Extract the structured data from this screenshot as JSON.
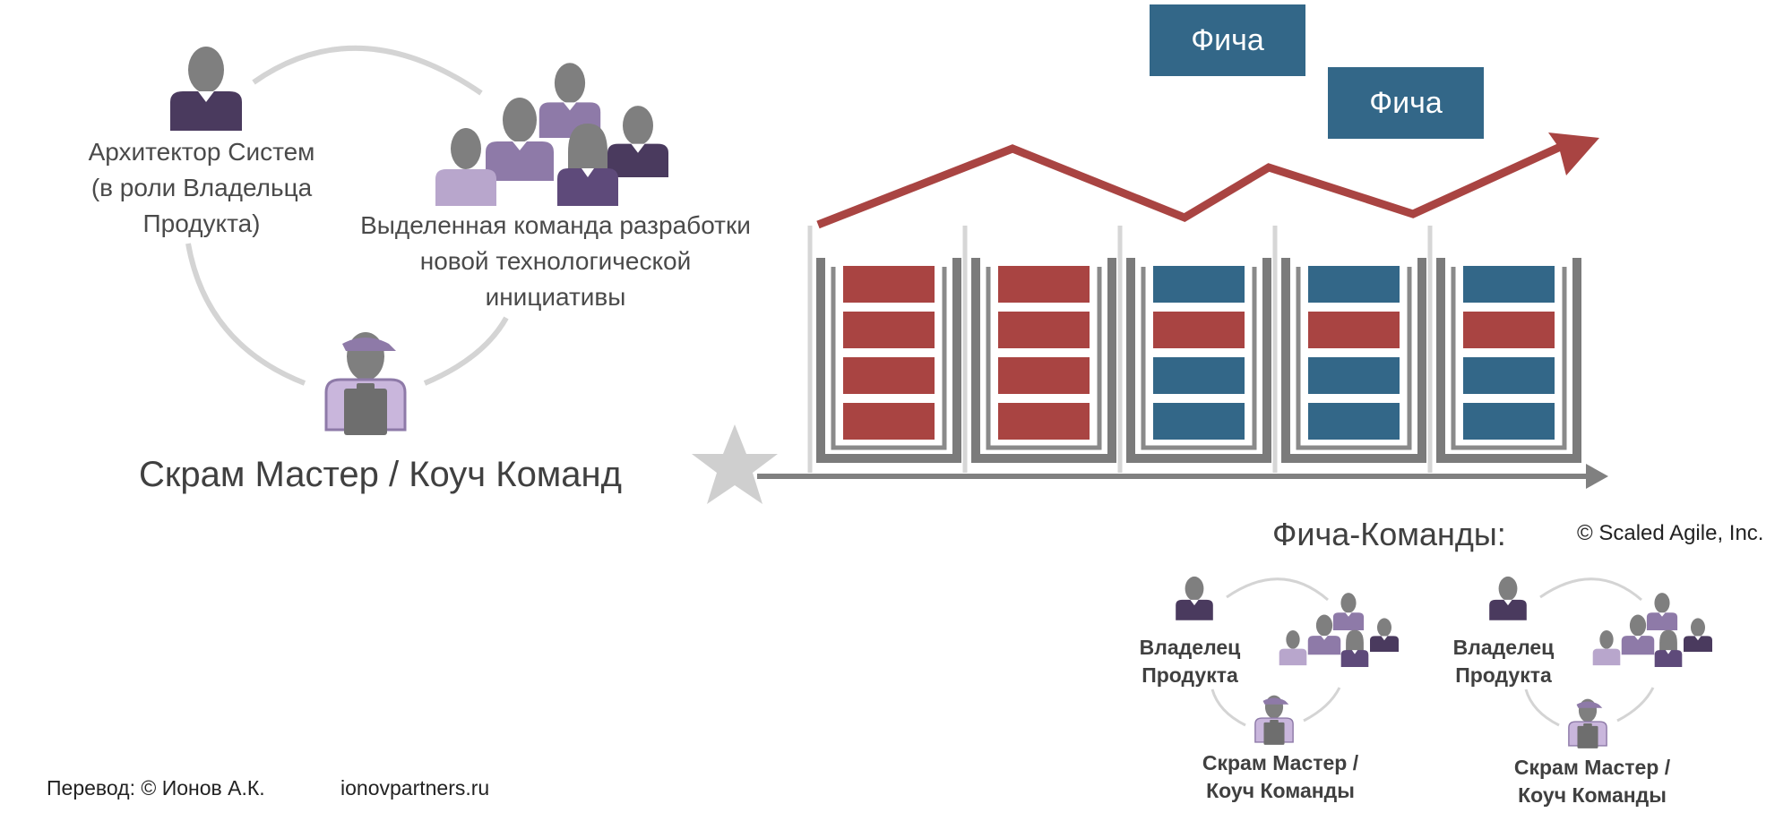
{
  "left_group": {
    "architect_label": [
      "Архитектор Систем",
      "(в роли Владельца",
      "Продукта)"
    ],
    "team_label": [
      "Выделенная команда разработки",
      "новой технологической",
      "инициативы"
    ],
    "scrum_master_label": "Скрам Мастер / Коуч Команд"
  },
  "features": [
    {
      "label": "Фича"
    },
    {
      "label": "Фича"
    }
  ],
  "increments": [
    {
      "blocks": [
        "red",
        "red",
        "red",
        "red"
      ]
    },
    {
      "blocks": [
        "red",
        "red",
        "red",
        "red"
      ]
    },
    {
      "blocks": [
        "blue",
        "red",
        "blue",
        "blue"
      ]
    },
    {
      "blocks": [
        "blue",
        "red",
        "blue",
        "blue"
      ]
    },
    {
      "blocks": [
        "blue",
        "red",
        "blue",
        "blue"
      ]
    }
  ],
  "feature_teams": {
    "title": "Фича-Команды:",
    "copyright": "© Scaled Agile,  Inc.",
    "teams": [
      {
        "po_label": [
          "Владелец",
          "Продукта"
        ],
        "sm_label": [
          "Скрам Мастер /",
          "Коуч Команды"
        ]
      },
      {
        "po_label": [
          "Владелец",
          "Продукта"
        ],
        "sm_label": [
          "Скрам Мастер /",
          "Коуч Команды"
        ]
      }
    ]
  },
  "footer": {
    "translation": "Перевод: © Ионов А.К.",
    "site": "ionovpartners.ru"
  },
  "colors": {
    "red": "#a94442",
    "blue": "#336788",
    "gray": "#7b7b7b",
    "purple_dark": "#4a3a5e",
    "purple_mid": "#8e7aa8",
    "purple_light": "#b8a6cc",
    "person_gray": "#7f7f7f",
    "arc": "#d4d4d4"
  }
}
